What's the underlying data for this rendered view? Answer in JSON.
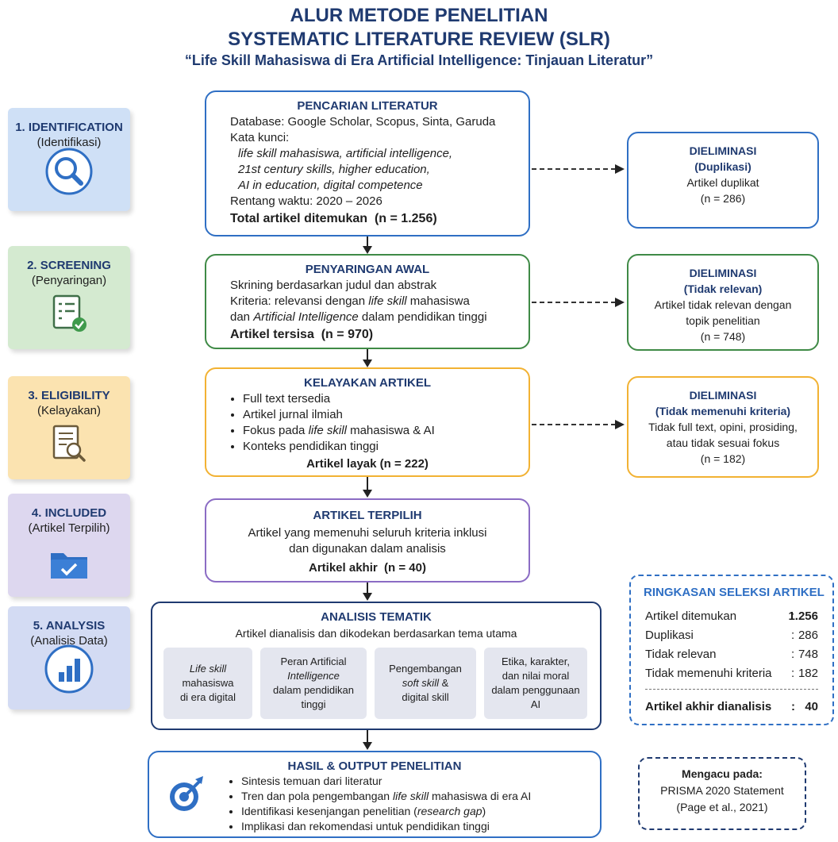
{
  "title": {
    "line1": "ALUR METODE PENELITIAN",
    "line2": "SYSTEMATIC LITERATURE REVIEW (SLR)",
    "line3": "“Life Skill Mahasiswa di Era Artificial Intelligence: Tinjauan Literatur”"
  },
  "stages": [
    {
      "label": "1. IDENTIFICATION",
      "sub": "(Identifikasi)",
      "icon": "magnifier-icon",
      "color": "#cfe0f6"
    },
    {
      "label": "2. SCREENING",
      "sub": "(Penyaringan)",
      "icon": "checklist-icon",
      "color": "#d4ead0"
    },
    {
      "label": "3. ELIGIBILITY",
      "sub": "(Kelayakan)",
      "icon": "document-search-icon",
      "color": "#fbe3b0"
    },
    {
      "label": "4. INCLUDED",
      "sub": "(Artikel Terpilih)",
      "icon": "folder-check-icon",
      "color": "#ddd7ef"
    },
    {
      "label": "5. ANALYSIS",
      "sub": "(Analisis Data)",
      "icon": "bar-chart-icon",
      "color": "#d3dbf3"
    }
  ],
  "identification": {
    "title": "PENCARIAN LITERATUR",
    "database": "Database: Google Scholar, Scopus, Sinta, Garuda",
    "keyword_label": "Kata kunci:",
    "keywords_1": "life skill mahasiswa, artificial intelligence,",
    "keywords_2": "21st century skills, higher education,",
    "keywords_3": "AI in education, digital competence",
    "range": "Rentang waktu: 2020 – 2026",
    "total": "Total artikel ditemukan  (n = 1.256)"
  },
  "elim_duplicate": {
    "title": "DIELIMINASI",
    "reason": "(Duplikasi)",
    "desc": "Artikel duplikat",
    "n": "(n = 286)"
  },
  "screening": {
    "title": "PENYARINGAN AWAL",
    "line1": "Skrining berdasarkan judul dan abstrak",
    "line2_a": "Kriteria: relevansi dengan ",
    "line2_b": "life skill",
    "line2_c": " mahasiswa",
    "line3_a": "dan ",
    "line3_b": "Artificial Intelligence",
    "line3_c": " dalam pendidikan tinggi",
    "remaining": "Artikel tersisa  (n = 970)"
  },
  "elim_irrelevant": {
    "title": "DIELIMINASI",
    "reason": "(Tidak relevan)",
    "desc_1": "Artikel tidak relevan dengan",
    "desc_2": "topik penelitian",
    "n": "(n = 748)"
  },
  "eligibility": {
    "title": "KELAYAKAN ARTIKEL",
    "items": [
      "Full text tersedia",
      "Artikel jurnal ilmiah",
      "Fokus pada ",
      "Konteks pendidikan tinggi"
    ],
    "item3_italic": "life skill",
    "item3_tail": " mahasiswa & AI",
    "eligible": "Artikel layak (n = 222)"
  },
  "elim_criteria": {
    "title": "DIELIMINASI",
    "reason": "(Tidak memenuhi kriteria)",
    "desc_1": "Tidak full text, opini, prosiding,",
    "desc_2": "atau tidak sesuai fokus",
    "n": "(n = 182)"
  },
  "included": {
    "title": "ARTIKEL TERPILIH",
    "line1": "Artikel yang memenuhi seluruh kriteria inklusi",
    "line2": "dan digunakan dalam analisis",
    "final": "Artikel akhir  (n = 40)"
  },
  "analysis": {
    "title": "ANALISIS TEMATIK",
    "desc": "Artikel dianalisis dan dikodekan berdasarkan tema utama",
    "themes": [
      {
        "a": "Life skill",
        "b": "mahasiswa",
        "c": "di era digital"
      },
      {
        "a": "Peran Artificial",
        "b": "Intelligence",
        "c": "dalam pendidikan",
        "d": "tinggi"
      },
      {
        "a": "Pengembangan",
        "b": "soft skill",
        "b2": " &",
        "c": "digital skill"
      },
      {
        "a": "Etika, karakter,",
        "b": "dan nilai moral",
        "c": "dalam penggunaan",
        "d": "AI"
      }
    ]
  },
  "output": {
    "title": "HASIL & OUTPUT PENELITIAN",
    "b1": "Sintesis temuan dari literatur",
    "b2_a": "Tren dan pola pengembangan ",
    "b2_b": "life skill",
    "b2_c": " mahasiswa di era AI",
    "b3_a": "Identifikasi kesenjangan penelitian (",
    "b3_b": "research gap",
    "b3_c": ")",
    "b4": "Implikasi dan rekomendasi untuk pendidikan tinggi",
    "icon": "target-icon"
  },
  "summary": {
    "title": "RINGKASAN SELEKSI ARTIKEL",
    "rows": [
      {
        "label": "Artikel ditemukan",
        "value": "1.256"
      },
      {
        "label": "Duplikasi",
        "value": "286"
      },
      {
        "label": "Tidak relevan",
        "value": "748"
      },
      {
        "label": "Tidak memenuhi kriteria",
        "value": "182"
      }
    ],
    "final_label": "Artikel akhir dianalisis",
    "final_value": "40",
    "colon": ":"
  },
  "reference": {
    "title": "Mengacu pada:",
    "line1": "PRISMA 2020 Statement",
    "line2": "(Page et al., 2021)"
  },
  "colors": {
    "blue": "#2f6fc4",
    "green": "#3f8a46",
    "orange": "#f2b233",
    "purple": "#8b6cc4",
    "navy": "#1f3a70"
  }
}
